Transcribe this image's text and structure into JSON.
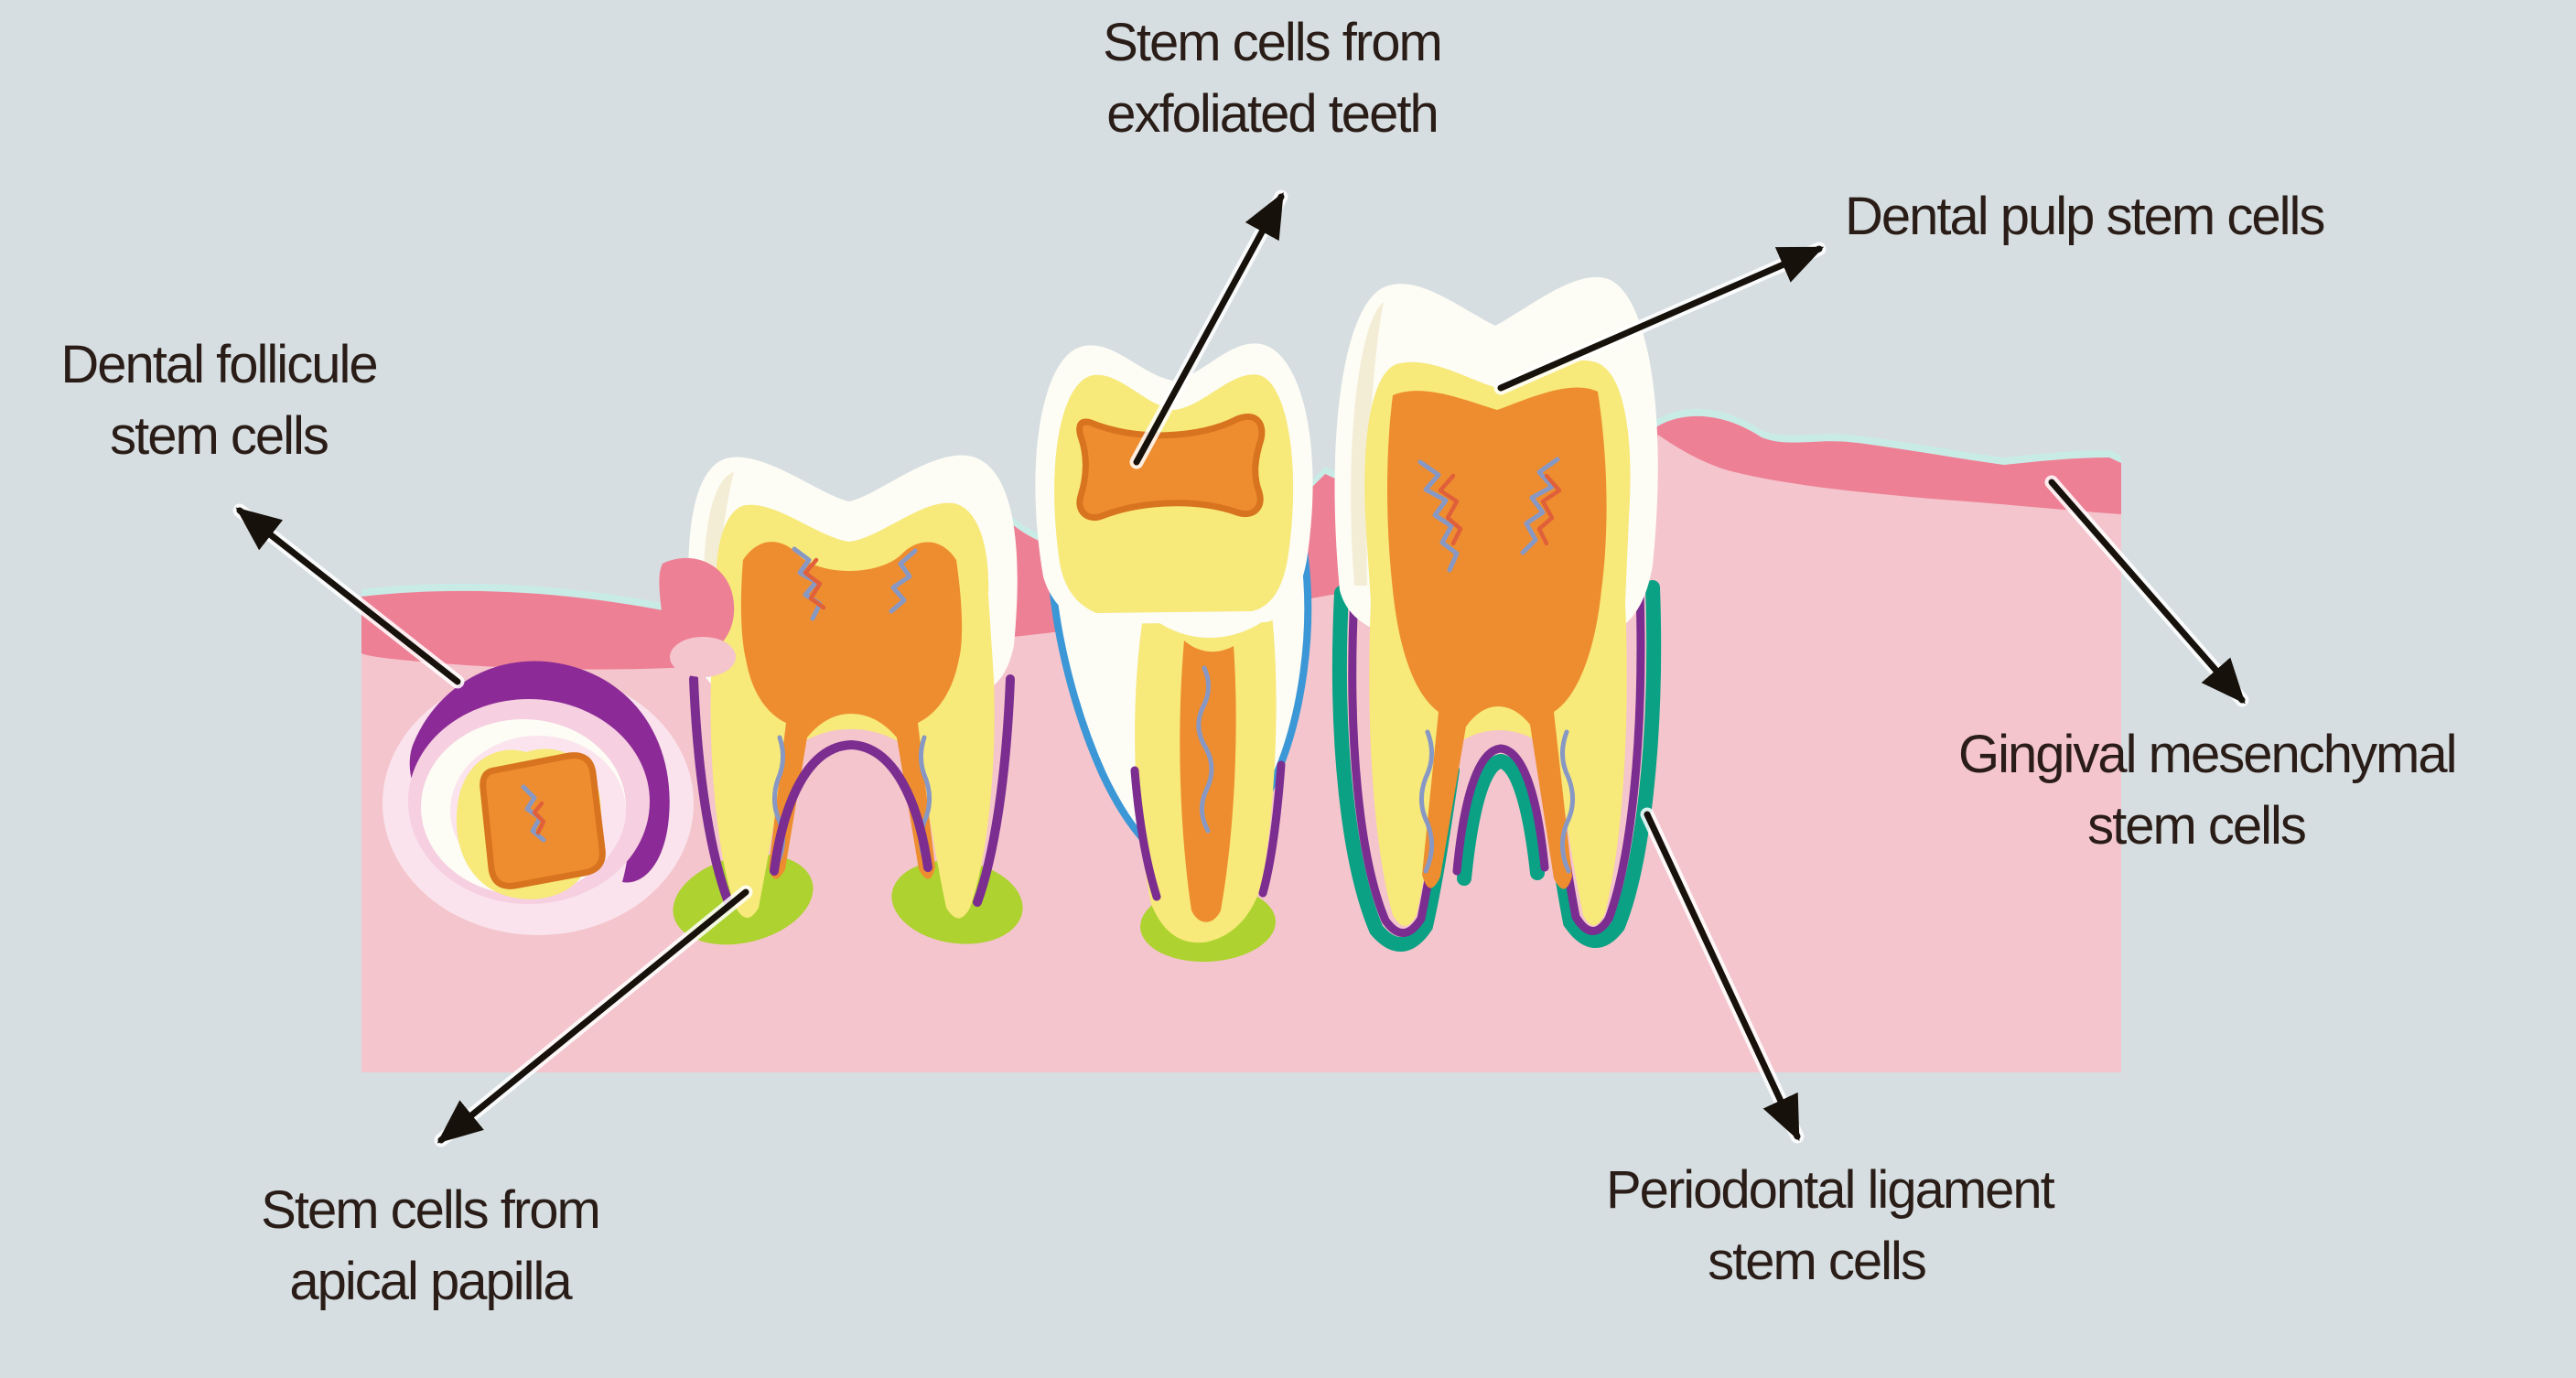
{
  "diagram": {
    "labels": {
      "exfoliated": {
        "line1": "Stem cells from",
        "line2": "exfoliated teeth"
      },
      "dental_pulp": {
        "line1": "Dental pulp stem cells"
      },
      "follicule": {
        "line1": "Dental follicule",
        "line2": "stem cells"
      },
      "gingival": {
        "line1": "Gingival mesenchymal",
        "line2": "stem cells"
      },
      "apical": {
        "line1": "Stem cells from",
        "line2": "apical papilla"
      },
      "periodontal": {
        "line1": "Periodontal ligament",
        "line2": "stem cells"
      }
    },
    "colors": {
      "background": "#d6dee1",
      "jaw_pink": "#f4c5cd",
      "gum_coral": "#ee8095",
      "gum_highlight": "#c9ebe6",
      "enamel": "#fdfcf5",
      "enamel_shade": "#f4edd5",
      "dentin": "#f7e97a",
      "pulp": "#ee8d2f",
      "pulp_outline": "#d8731f",
      "ligament_purple": "#7c2d90",
      "ligament_teal": "#0aa184",
      "papilla_green": "#aed230",
      "germ_blue": "#3b97d6",
      "bud_purple": "#8c2b97",
      "bud_halo": "#fae3ec",
      "bud_pink": "#f6cfe0",
      "bud_inner": "#fbe4ee",
      "nerve_blue": "#8898c4",
      "nerve_red": "#e0603a",
      "text": "#2a1d18",
      "arrow": "#17110b"
    }
  }
}
